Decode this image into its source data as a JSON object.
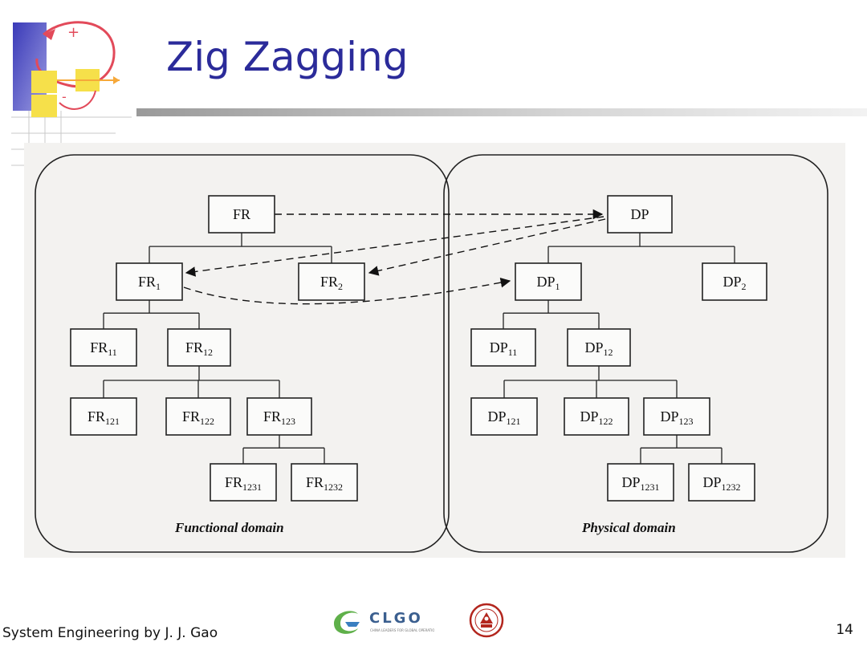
{
  "slide": {
    "title": "Zig Zagging",
    "footer": "System Engineering by J. J. Gao",
    "page_number": "14"
  },
  "logos": {
    "clgo": {
      "text": "CLGO",
      "tagline": "CHINA LEADERS FOR GLOBAL OPERATIONS"
    },
    "seal": "university-seal"
  },
  "colors": {
    "title": "#2b2b9a",
    "logo_red": "#e24a5a",
    "logo_yellow": "#f6e04a",
    "logo_blue": "#3a3ab8"
  },
  "diagram": {
    "functional_domain": {
      "label": "Functional domain",
      "nodes": [
        {
          "id": "FR",
          "base": "FR",
          "sub": ""
        },
        {
          "id": "FR1",
          "base": "FR",
          "sub": "1"
        },
        {
          "id": "FR2",
          "base": "FR",
          "sub": "2"
        },
        {
          "id": "FR11",
          "base": "FR",
          "sub": "11"
        },
        {
          "id": "FR12",
          "base": "FR",
          "sub": "12"
        },
        {
          "id": "FR121",
          "base": "FR",
          "sub": "121"
        },
        {
          "id": "FR122",
          "base": "FR",
          "sub": "122"
        },
        {
          "id": "FR123",
          "base": "FR",
          "sub": "123"
        },
        {
          "id": "FR1231",
          "base": "FR",
          "sub": "1231"
        },
        {
          "id": "FR1232",
          "base": "FR",
          "sub": "1232"
        }
      ]
    },
    "physical_domain": {
      "label": "Physical domain",
      "nodes": [
        {
          "id": "DP",
          "base": "DP",
          "sub": ""
        },
        {
          "id": "DP1",
          "base": "DP",
          "sub": "1"
        },
        {
          "id": "DP2",
          "base": "DP",
          "sub": "2"
        },
        {
          "id": "DP11",
          "base": "DP",
          "sub": "11"
        },
        {
          "id": "DP12",
          "base": "DP",
          "sub": "12"
        },
        {
          "id": "DP121",
          "base": "DP",
          "sub": "121"
        },
        {
          "id": "DP122",
          "base": "DP",
          "sub": "122"
        },
        {
          "id": "DP123",
          "base": "DP",
          "sub": "123"
        },
        {
          "id": "DP1231",
          "base": "DP",
          "sub": "1231"
        },
        {
          "id": "DP1232",
          "base": "DP",
          "sub": "1232"
        }
      ]
    },
    "edges": [
      [
        "FR",
        "FR1"
      ],
      [
        "FR",
        "FR2"
      ],
      [
        "FR1",
        "FR11"
      ],
      [
        "FR1",
        "FR12"
      ],
      [
        "FR12",
        "FR121"
      ],
      [
        "FR12",
        "FR122"
      ],
      [
        "FR12",
        "FR123"
      ],
      [
        "FR123",
        "FR1231"
      ],
      [
        "FR123",
        "FR1232"
      ],
      [
        "DP",
        "DP1"
      ],
      [
        "DP",
        "DP2"
      ],
      [
        "DP1",
        "DP11"
      ],
      [
        "DP1",
        "DP12"
      ],
      [
        "DP12",
        "DP121"
      ],
      [
        "DP12",
        "DP122"
      ],
      [
        "DP12",
        "DP123"
      ],
      [
        "DP123",
        "DP1231"
      ],
      [
        "DP123",
        "DP1232"
      ]
    ],
    "zigzag_arrows": [
      [
        "FR",
        "DP"
      ],
      [
        "DP",
        "FR1"
      ],
      [
        "DP",
        "FR2"
      ],
      [
        "FR1",
        "DP1"
      ]
    ]
  }
}
